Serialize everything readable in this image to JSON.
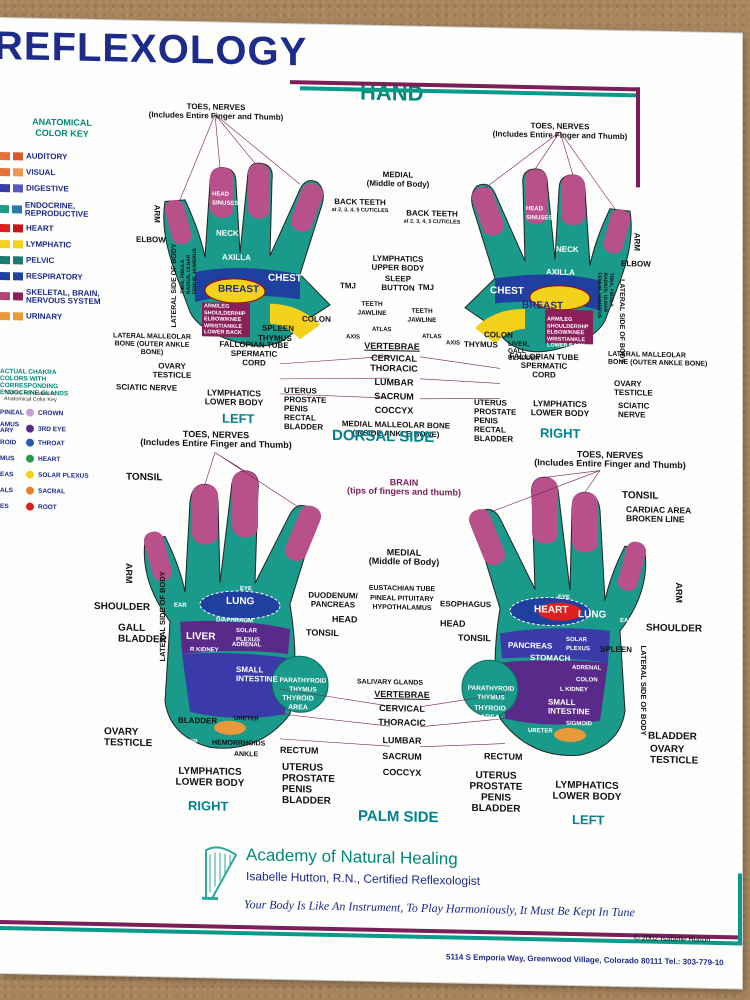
{
  "header": {
    "title": "REFLEXOLOGY",
    "subtitle": "HAND"
  },
  "color_key": {
    "title": "ANATOMICAL COLOR KEY",
    "items": [
      {
        "label": "AUDITORY",
        "colors": [
          "#e8703a",
          "#d65a2a"
        ]
      },
      {
        "label": "VISUAL",
        "colors": [
          "#e8703a",
          "#f0954f"
        ]
      },
      {
        "label": "DIGESTIVE",
        "colors": [
          "#3a3aa8",
          "#5656c0"
        ]
      },
      {
        "label": "ENDOCRINE, REPRODUCTIVE",
        "colors": [
          "#1e9a8a",
          "#2a7aa8"
        ]
      },
      {
        "label": "HEART",
        "colors": [
          "#e02020",
          "#c41818"
        ]
      },
      {
        "label": "LYMPHATIC",
        "colors": [
          "#f4d21c",
          "#f4d21c"
        ]
      },
      {
        "label": "PELVIC",
        "colors": [
          "#1d7a6e",
          "#1d7a6e"
        ]
      },
      {
        "label": "RESPIRATORY",
        "colors": [
          "#2040a0",
          "#2040a0"
        ]
      },
      {
        "label": "SKELETAL, BRAIN, NERVOUS SYSTEM",
        "colors": [
          "#b0467a",
          "#8a1f5a"
        ]
      },
      {
        "label": "URINARY",
        "colors": [
          "#e89a3a",
          "#e89a3a"
        ]
      }
    ]
  },
  "chakra_key": {
    "title": "ACTUAL CHAKRA COLORS WITH CORRESPONDING ENDOCRINE GLANDS",
    "note": "*Colors not related to Anatomical Color Key",
    "items": [
      {
        "left": "PINEAL",
        "right": "CROWN",
        "color": "#c8a0d8"
      },
      {
        "left": "AMUS ARY",
        "right": "3RD EYE",
        "color": "#5a2a8a"
      },
      {
        "left": "ROID",
        "right": "THROAT",
        "color": "#2a5ab0"
      },
      {
        "left": "MUS",
        "right": "HEART",
        "color": "#2a9a4a"
      },
      {
        "left": "EAS",
        "right": "SOLAR PLEXUS",
        "color": "#f4d21c"
      },
      {
        "left": "ALS",
        "right": "SACRAL",
        "color": "#e8802a"
      },
      {
        "left": "ES",
        "right": "ROOT",
        "color": "#d82020"
      }
    ]
  },
  "dorsal": {
    "section": "DORSAL SIDE",
    "left_label": "LEFT",
    "right_label": "RIGHT",
    "toes_nerves": "TOES, NERVES",
    "toes_nerves_sub": "(Includes Entire Finger and Thumb)",
    "medial": "MEDIAL",
    "medial_sub": "(Middle of Body)",
    "back_teeth": "BACK TEETH",
    "back_teeth_sub": "at 2, 3, 4, 5 CUTICLES",
    "lymph_upper": "LYMPHATICS UPPER BODY",
    "sleep": "SLEEP BUTTON",
    "tmj": "TMJ",
    "elbow": "ELBOW",
    "arm": "ARM",
    "breast": "BREAST",
    "chest": "CHEST",
    "axilla": "AXILLA",
    "neck": "NECK",
    "head_sinuses": "HEAD SINUSES",
    "armleg": "ARM/LEG SHOULDER/HIP ELBOW/KNEE WRIST/ANKLE LOWER BACK",
    "spleen": "SPLEEN",
    "thymus": "THYMUS",
    "colon": "COLON",
    "liver": "LIVER, GALL BLADDER",
    "teeth": "TEETH JAWLINE",
    "atlas": "ATLAS",
    "axis": "AXIS",
    "lateral_malleolar": "LATERAL MALLEOLAR BONE (OUTER ANKLE BONE)",
    "fallopian": "FALLOPIAN TUBE SPERMATIC CORD",
    "ovary": "OVARY TESTICLE",
    "sciatic": "SCIATIC NERVE",
    "lymph_lower": "LYMPHATICS LOWER BODY",
    "vertebrae": "VERTEBRAE",
    "vert_list": [
      "CERVICAL",
      "THORACIC",
      "LUMBAR",
      "SACRUM",
      "COCCYX"
    ],
    "uterus": "UTERUS PROSTATE PENIS RECTAL BLADDER",
    "medial_malleolar": "MEDIAL MALLEOLAR BONE (INSIDE ANKLE BONE)",
    "lateral_side": "LATERAL SIDE OF BODY",
    "tibia": "TIBIA, FIBULA RADIUS, ULNAR FEMUR, HUMERUS"
  },
  "palm": {
    "section": "PALM SIDE",
    "left_label": "LEFT",
    "right_label": "RIGHT",
    "toes_nerves": "TOES, NERVES",
    "toes_nerves_sub": "(Includes Entire Finger and Thumb)",
    "brain": "BRAIN",
    "brain_sub": "(tips of fingers and thumb)",
    "medial": "MEDIAL",
    "medial_sub": "(Middle of Body)",
    "tonsil": "TONSIL",
    "cardiac": "CARDIAC AREA BROKEN LINE",
    "arm": "ARM",
    "shoulder": "SHOULDER",
    "gall": "GALL BLADDER",
    "eustachian": "EUSTACHIAN TUBE",
    "duodenum": "DUODENUM/ PANCREAS",
    "pineal": "PINEAL PITUITARY HYPOTHALAMUS",
    "esophagus": "ESOPHAGUS",
    "head": "HEAD",
    "lung": "LUNG",
    "heart": "HEART",
    "eye": "EYE",
    "ear": "EAR",
    "liver": "LIVER",
    "pancreas": "PANCREAS",
    "stomach": "STOMACH",
    "small_int": "SMALL INTESTINE",
    "thyroid": "THYROID AREA",
    "parathyroid": "PARATHYROID THYMUS",
    "salivary": "SALIVARY GLANDS",
    "ovary": "OVARY TESTICLE",
    "bladder": "BLADDER",
    "hemorrhoids": "HEMORRHOIDS",
    "ankle": "ANKLE",
    "hip": "HIP",
    "rectum": "RECTUM",
    "lymph_lower": "LYMPHATICS LOWER BODY",
    "uterus": "UTERUS PROSTATE PENIS BLADDER",
    "vertebrae": "VERTEBRAE",
    "vert_list": [
      "CERVICAL",
      "THORACIC",
      "LUMBAR",
      "SACRUM",
      "COCCYX"
    ],
    "lateral_side": "LATERAL SIDE OF BODY",
    "diaphragm": "DIAPHRAGM",
    "solar": "SOLAR PLEXUS",
    "adrenal": "ADRENAL",
    "kidney": "R KIDNEY",
    "lkidney": "L KIDNEY",
    "spleen": "SPLEEN",
    "colon": "COLON",
    "sigmoid": "SIGMOID",
    "ureter": "URETER"
  },
  "footer": {
    "academy": "Academy of Natural Healing",
    "author": "Isabelle Hutton, R.N., Certified Reflexologist",
    "motto": "Your Body Is Like An Instrument, To Play Harmoniously, It Must Be Kept In Tune",
    "copyright": "© 2002 Isabelle Hutton",
    "address": "5114 S Emporia Way, Greenwood Village, Colorado 80111  Tel.: 303-779-10"
  }
}
